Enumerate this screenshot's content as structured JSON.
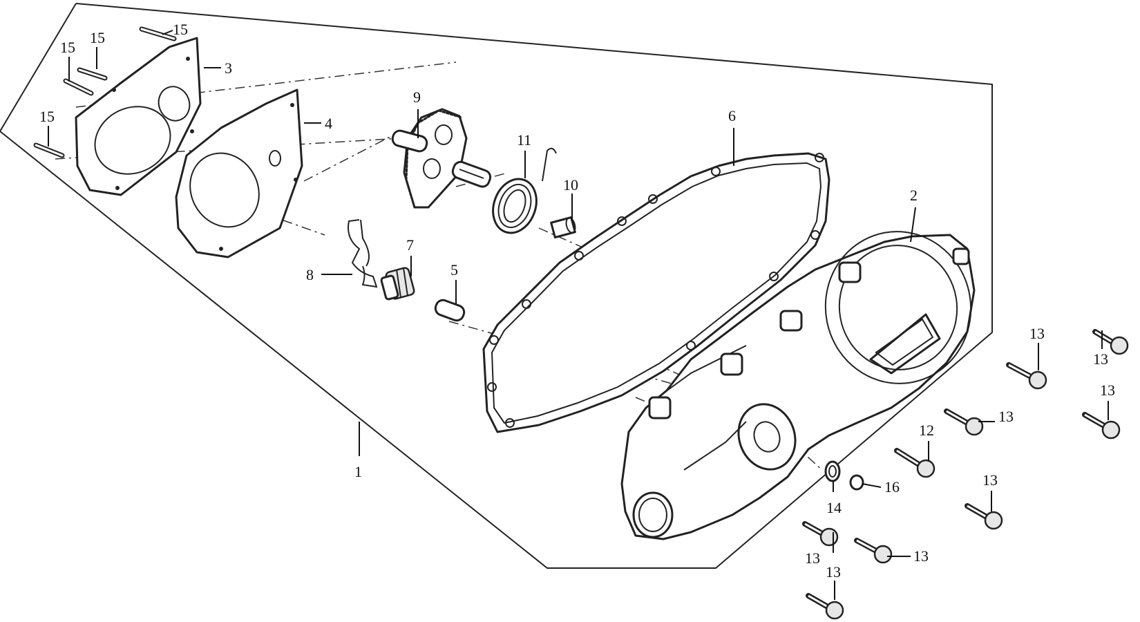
{
  "diagram": {
    "callouts": {
      "c1": "1",
      "c2": "2",
      "c3": "3",
      "c4": "4",
      "c5": "5",
      "c6": "6",
      "c7": "7",
      "c8": "8",
      "c9": "9",
      "c10": "10",
      "c11": "11",
      "c12": "12",
      "c13a": "13",
      "c13b": "13",
      "c13c": "13",
      "c13d": "13",
      "c13e": "13",
      "c13f": "13",
      "c13g": "13",
      "c13h": "13",
      "c14": "14",
      "c15a": "15",
      "c15b": "15",
      "c15c": "15",
      "c15d": "15",
      "c16": "16"
    }
  }
}
